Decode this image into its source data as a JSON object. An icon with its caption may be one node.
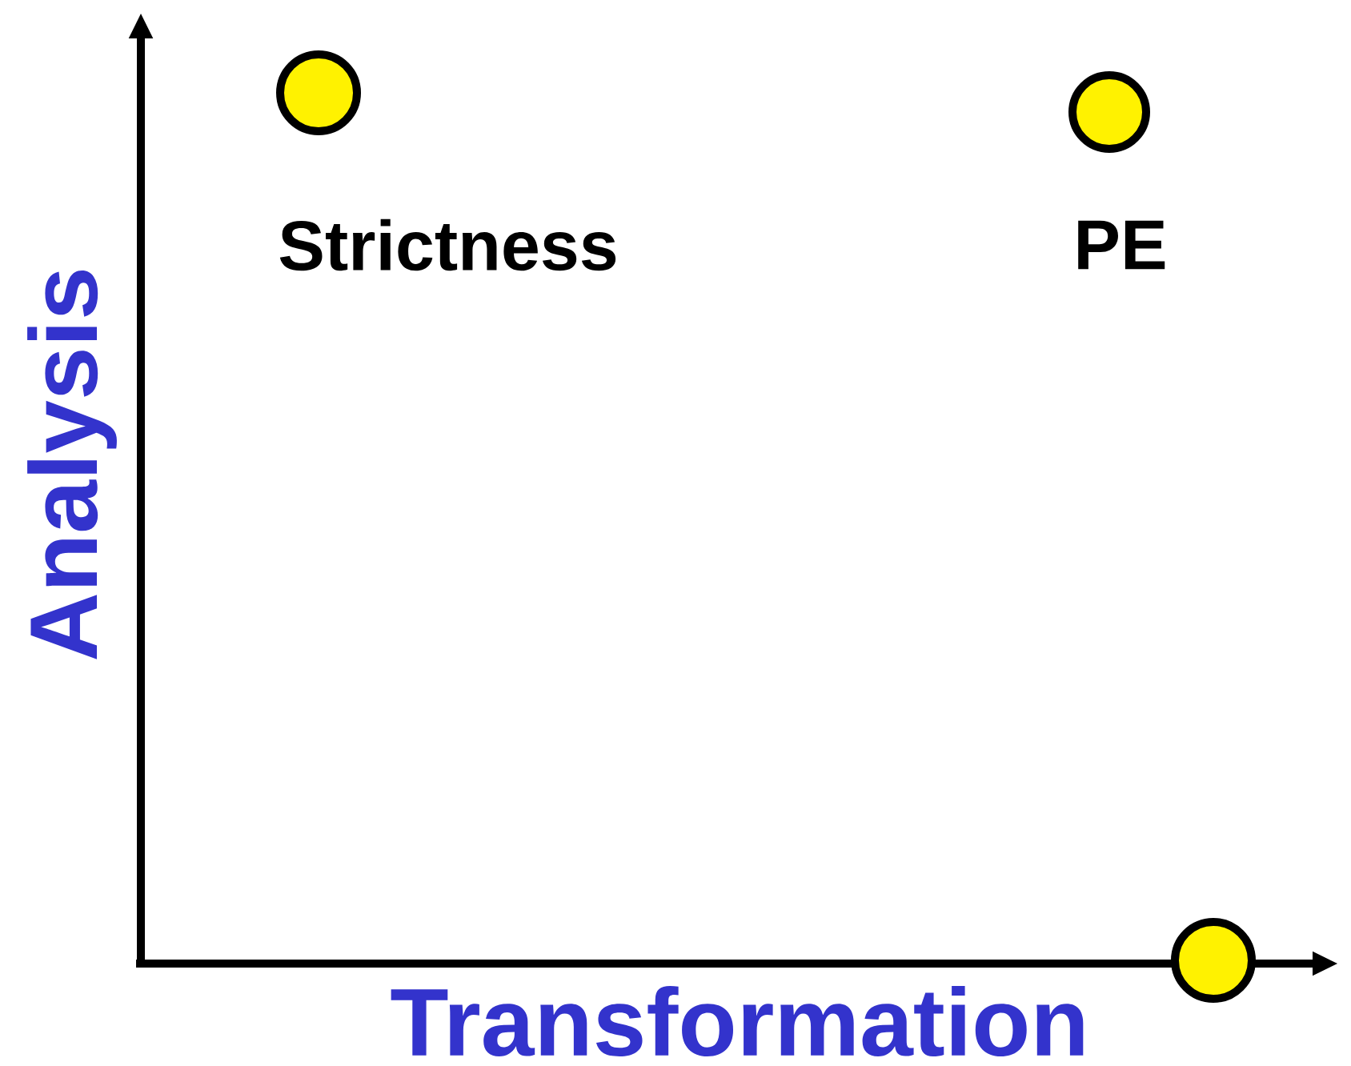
{
  "diagram": {
    "nodes": [
      {
        "text": [],
        "shape": "circle",
        "beside": [
          "Strictness"
        ]
      },
      {
        "text": [],
        "shape": "circle",
        "beside": [
          "PE"
        ]
      },
      {
        "text": [],
        "shape": "circle"
      }
    ],
    "labels": [
      "Analysis",
      "Transformation"
    ]
  }
}
